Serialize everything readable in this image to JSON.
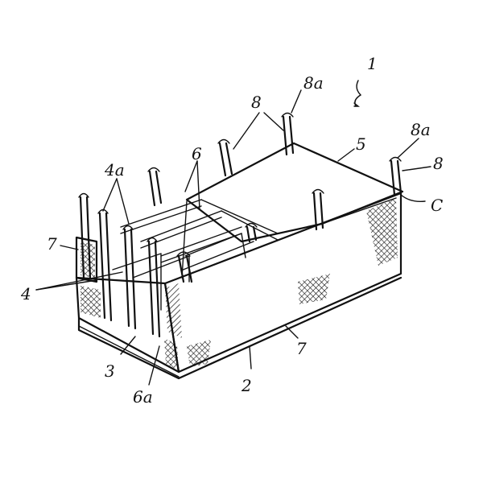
{
  "labels": {
    "l1": "1",
    "l8_top": "8",
    "l8a_top": "8a",
    "l8a_right": "8a",
    "l8_right": "8",
    "l5": "5",
    "lC": "C",
    "l6": "6",
    "l4a": "4a",
    "l7_left": "7",
    "l4": "4",
    "l3": "3",
    "l6a": "6a",
    "l2": "2",
    "l7_front": "7"
  }
}
